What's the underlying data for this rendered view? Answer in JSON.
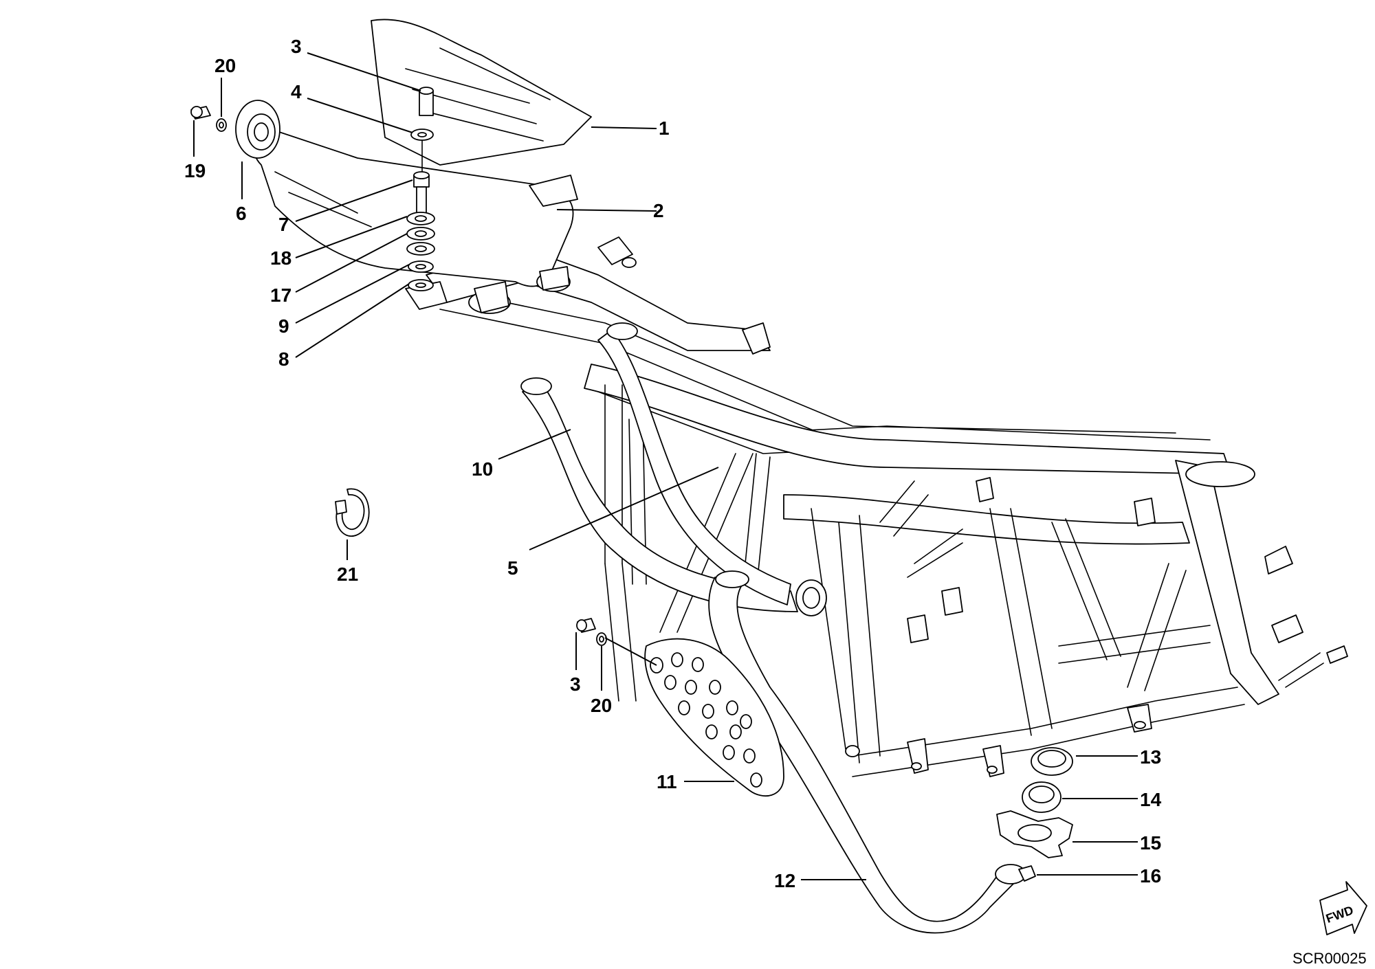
{
  "diagram": {
    "labels": {
      "p1": "1",
      "p2": "2",
      "p3a": "3",
      "p3b": "3",
      "p4": "4",
      "p5": "5",
      "p6": "6",
      "p7": "7",
      "p8": "8",
      "p9": "9",
      "p10": "10",
      "p11": "11",
      "p12": "12",
      "p13": "13",
      "p14": "14",
      "p15": "15",
      "p16": "16",
      "p17": "17",
      "p18": "18",
      "p19": "19",
      "p20a": "20",
      "p20b": "20",
      "p21": "21"
    },
    "fwd": "FWD",
    "reference_code": "SCR00025"
  }
}
